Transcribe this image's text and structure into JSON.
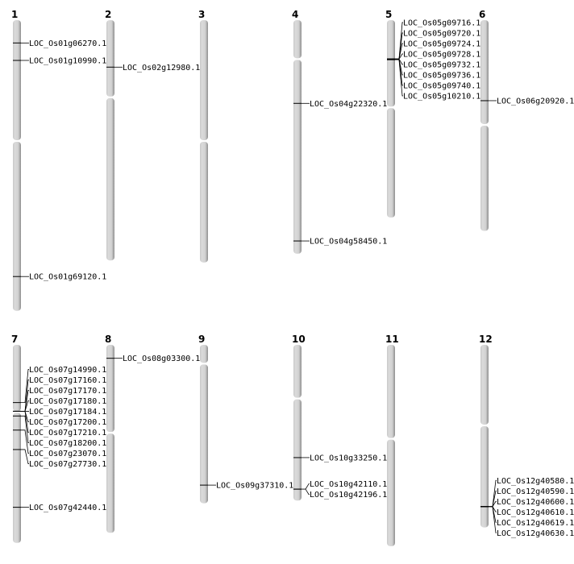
{
  "colors": {
    "chromosome": "#d3d3d3",
    "chromosome_edge": "#8a8a8a",
    "marker": "#000000"
  },
  "units": "Mb",
  "chromosomes": [
    {
      "name": "1",
      "length": 43.3,
      "centromere": 18.0,
      "genes": [
        {
          "id": "LOC_Os01g06270.1",
          "pos": 3.4
        },
        {
          "id": "LOC_Os01g10990.1",
          "pos": 6.0
        },
        {
          "id": "LOC_Os01g69120.1",
          "pos": 38.2
        }
      ]
    },
    {
      "name": "2",
      "length": 35.8,
      "centromere": 11.5,
      "genes": [
        {
          "id": "LOC_Os02g12980.1",
          "pos": 7.0
        }
      ]
    },
    {
      "name": "3",
      "length": 36.1,
      "centromere": 18.0,
      "genes": []
    },
    {
      "name": "4",
      "length": 34.8,
      "centromere": 5.8,
      "genes": [
        {
          "id": "LOC_Os04g22320.1",
          "pos": 12.4
        },
        {
          "id": "LOC_Os04g58450.1",
          "pos": 32.9
        }
      ]
    },
    {
      "name": "5",
      "length": 29.4,
      "centromere": 13.0,
      "genes": [
        {
          "id": "LOC_Os05g09716.1",
          "pos": 5.8
        },
        {
          "id": "LOC_Os05g09720.1",
          "pos": 5.8
        },
        {
          "id": "LOC_Os05g09724.1",
          "pos": 5.8
        },
        {
          "id": "LOC_Os05g09728.1",
          "pos": 5.8
        },
        {
          "id": "LOC_Os05g09732.1",
          "pos": 5.8
        },
        {
          "id": "LOC_Os05g09736.1",
          "pos": 5.8
        },
        {
          "id": "LOC_Os05g09740.1",
          "pos": 5.8
        },
        {
          "id": "LOC_Os05g10210.1",
          "pos": 5.9
        }
      ]
    },
    {
      "name": "6",
      "length": 31.4,
      "centromere": 15.6,
      "genes": [
        {
          "id": "LOC_Os06g20920.1",
          "pos": 12.0
        }
      ]
    },
    {
      "name": "7",
      "length": 29.5,
      "centromere": 10.0,
      "genes": [
        {
          "id": "LOC_Os07g14990.1",
          "pos": 8.6
        },
        {
          "id": "LOC_Os07g17160.1",
          "pos": 9.9
        },
        {
          "id": "LOC_Os07g17170.1",
          "pos": 9.9
        },
        {
          "id": "LOC_Os07g17180.1",
          "pos": 9.9
        },
        {
          "id": "LOC_Os07g17184.1",
          "pos": 9.9
        },
        {
          "id": "LOC_Os07g17200.1",
          "pos": 9.9
        },
        {
          "id": "LOC_Os07g17210.1",
          "pos": 9.9
        },
        {
          "id": "LOC_Os07g18200.1",
          "pos": 10.6
        },
        {
          "id": "LOC_Os07g23070.1",
          "pos": 12.7
        },
        {
          "id": "LOC_Os07g27730.1",
          "pos": 15.6
        },
        {
          "id": "LOC_Os07g42440.1",
          "pos": 24.2
        }
      ]
    },
    {
      "name": "8",
      "length": 28.0,
      "centromere": 13.1,
      "genes": [
        {
          "id": "LOC_Os08g03300.1",
          "pos": 2.0
        }
      ]
    },
    {
      "name": "9",
      "length": 23.6,
      "centromere": 2.8,
      "genes": [
        {
          "id": "LOC_Os09g37310.1",
          "pos": 20.9
        }
      ]
    },
    {
      "name": "10",
      "length": 23.2,
      "centromere": 8.0,
      "genes": [
        {
          "id": "LOC_Os10g33250.1",
          "pos": 16.8
        },
        {
          "id": "LOC_Os10g42110.1",
          "pos": 21.5
        },
        {
          "id": "LOC_Os10g42196.1",
          "pos": 21.5
        }
      ]
    },
    {
      "name": "11",
      "length": 30.0,
      "centromere": 14.0,
      "genes": []
    },
    {
      "name": "12",
      "length": 27.2,
      "centromere": 12.0,
      "genes": [
        {
          "id": "LOC_Os12g40580.1",
          "pos": 24.1
        },
        {
          "id": "LOC_Os12g40590.1",
          "pos": 24.1
        },
        {
          "id": "LOC_Os12g40600.1",
          "pos": 24.1
        },
        {
          "id": "LOC_Os12g40610.1",
          "pos": 24.1
        },
        {
          "id": "LOC_Os12g40619.1",
          "pos": 24.1
        },
        {
          "id": "LOC_Os12g40630.1",
          "pos": 24.1
        }
      ]
    }
  ]
}
